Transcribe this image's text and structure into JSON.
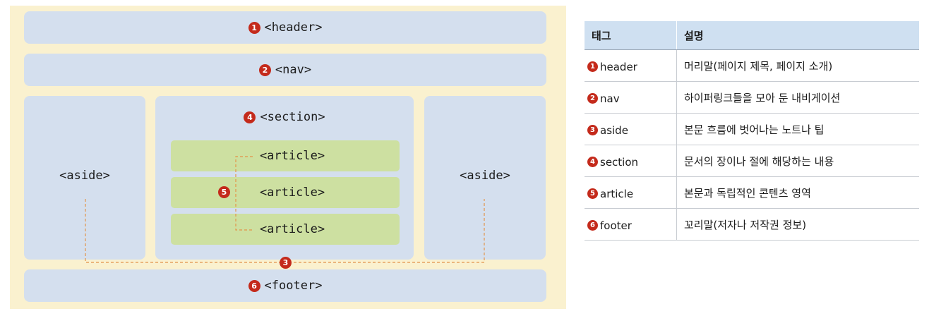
{
  "diagram": {
    "header": {
      "num": "1",
      "label": "<header>"
    },
    "nav": {
      "num": "2",
      "label": "<nav>"
    },
    "aside_left": {
      "label": "<aside>"
    },
    "aside_right": {
      "label": "<aside>"
    },
    "section": {
      "num": "4",
      "label": "<section>"
    },
    "articles": [
      {
        "label": "<article>"
      },
      {
        "label": "<article>"
      },
      {
        "label": "<article>"
      }
    ],
    "article_num": "5",
    "aside_num": "3",
    "footer": {
      "num": "6",
      "label": "<footer>"
    }
  },
  "table": {
    "headers": {
      "tag": "태그",
      "desc": "설명"
    },
    "rows": [
      {
        "num": "1",
        "tag": "header",
        "desc": "머리말(페이지 제목, 페이지 소개)"
      },
      {
        "num": "2",
        "tag": "nav",
        "desc": "하이퍼링크들을 모아 둔 내비게이션"
      },
      {
        "num": "3",
        "tag": "aside",
        "desc": "본문 흐름에 벗어나는 노트나 팁"
      },
      {
        "num": "4",
        "tag": "section",
        "desc": "문서의 장이나 절에 해당하는 내용"
      },
      {
        "num": "5",
        "tag": "article",
        "desc": "본문과 독립적인 콘텐츠 영역"
      },
      {
        "num": "6",
        "tag": "footer",
        "desc": "꼬리말(저자나 저작권 정보)"
      }
    ]
  },
  "colors": {
    "panel": "#faf1cf",
    "box": "#d4dfee",
    "article": "#cde0a1",
    "badge": "#c42a1b",
    "connector": "#e2944a",
    "table_header": "#cfe0f1"
  }
}
